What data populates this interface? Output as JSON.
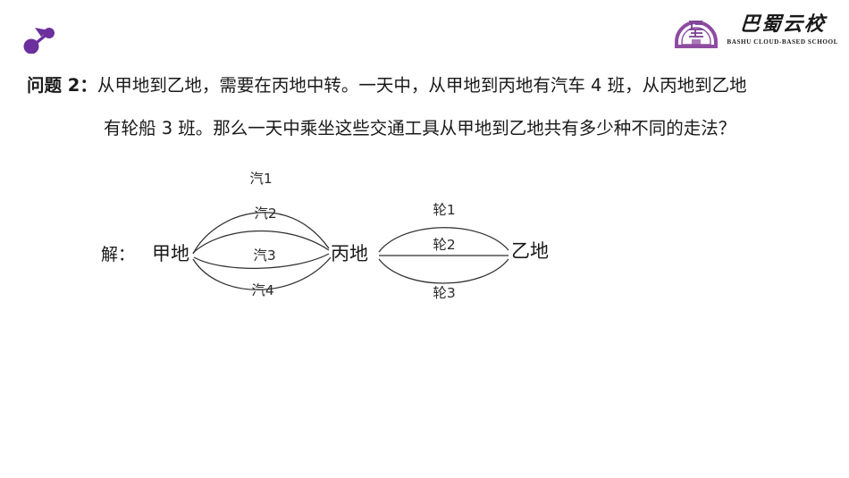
{
  "header": {
    "brand_mark_name": "two-dot-connector-mark",
    "accent_color": "#6c2f9e",
    "logo": {
      "seal_name": "bashu-circular-seal",
      "seal_color": "#8e4ca0",
      "chinese_name": "巴蜀云校",
      "english_name": "BASHU CLOUD-BASED SCHOOL"
    }
  },
  "question": {
    "label": "问题 2：",
    "line1_rest": "从甲地到乙地，需要在丙地中转。一天中，从甲地到丙地有汽车 4 班，从丙地到乙地",
    "line2": "有轮船 3 班。那么一天中乘坐这些交通工具从甲地到乙地共有多少种不同的走法？"
  },
  "solution": {
    "prefix": "解："
  },
  "diagram": {
    "nodes": [
      {
        "id": "A",
        "label": "甲地"
      },
      {
        "id": "B",
        "label": "丙地"
      },
      {
        "id": "C",
        "label": "乙地"
      }
    ],
    "edges_left": [
      {
        "label": "汽1"
      },
      {
        "label": "汽2"
      },
      {
        "label": "汽3"
      },
      {
        "label": "汽4"
      }
    ],
    "edges_right": [
      {
        "label": "轮1"
      },
      {
        "label": "轮2"
      },
      {
        "label": "轮3"
      }
    ],
    "line_color": "#2f2f2f"
  }
}
